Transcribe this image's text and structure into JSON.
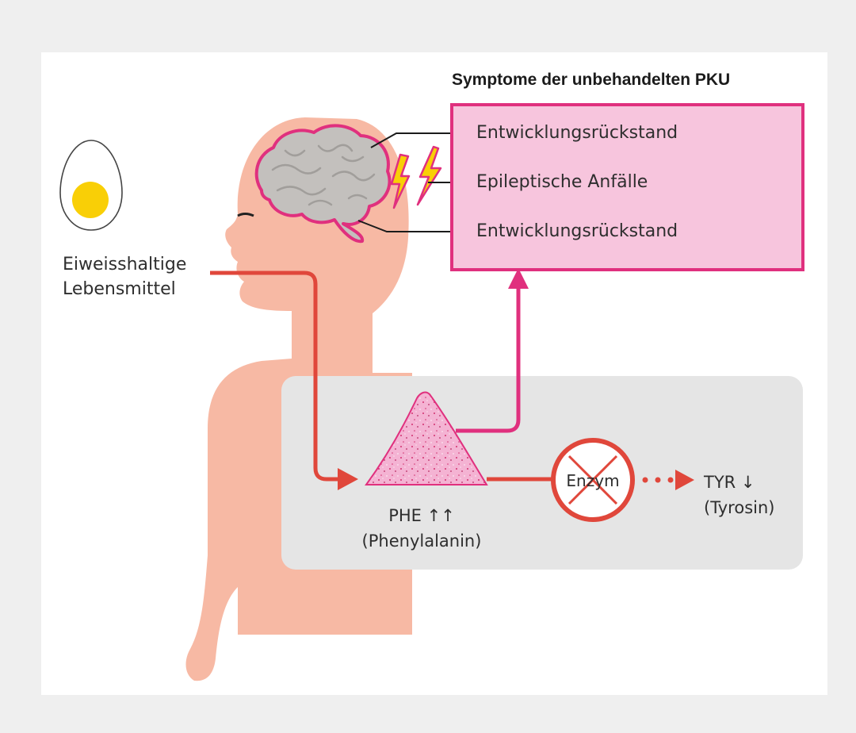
{
  "symptoms": {
    "title": "Symptome der unbehandelten PKU",
    "items": [
      "Entwicklungsrückstand",
      "Epileptische Anfälle",
      "Entwicklungsrückstand"
    ]
  },
  "food": {
    "line1": "Eiweisshaltige",
    "line2": "Lebensmittel"
  },
  "phe": {
    "line1": "PHE ↑↑",
    "line2": "(Phenylalanin)"
  },
  "tyr": {
    "line1": "TYR ↓",
    "line2": "(Tyrosin)"
  },
  "enzyme": {
    "label": "Enzym"
  },
  "colors": {
    "skin": "#f7b9a4",
    "magenta": "#e0307e",
    "pink_fill": "#f7c5dd",
    "red_arrow": "#e0473b",
    "grey_panel": "#e5e5e5",
    "brain": "#c3c0bd",
    "egg_yolk": "#f9cf06"
  }
}
